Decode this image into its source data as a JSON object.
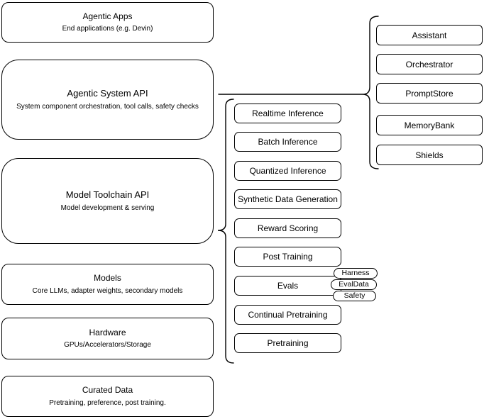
{
  "left_stack": [
    {
      "title": "Agentic Apps",
      "subtitle": "End applications (e.g. Devin)"
    },
    {
      "title": "Agentic System API",
      "subtitle": "System component orchestration, tool calls, safety checks"
    },
    {
      "title": "Model Toolchain API",
      "subtitle": "Model development & serving"
    },
    {
      "title": "Models",
      "subtitle": "Core LLMs, adapter weights, secondary models"
    },
    {
      "title": "Hardware",
      "subtitle": "GPUs/Accelerators/Storage"
    },
    {
      "title": "Curated Data",
      "subtitle": "Pretraining, preference, post training."
    }
  ],
  "toolchain_items": [
    "Realtime Inference",
    "Batch Inference",
    "Quantized Inference",
    "Synthetic Data Generation",
    "Reward Scoring",
    "Post Training",
    "Evals",
    "Continual Pretraining",
    "Pretraining"
  ],
  "eval_tags": [
    "Harness",
    "EvalData",
    "Safety"
  ],
  "system_components": [
    "Assistant",
    "Orchestrator",
    "PromptStore",
    "MemoryBank",
    "Shields"
  ],
  "colors": {
    "stroke": "#000000",
    "fill": "#ffffff",
    "text": "#000000",
    "background": "#ffffff"
  }
}
